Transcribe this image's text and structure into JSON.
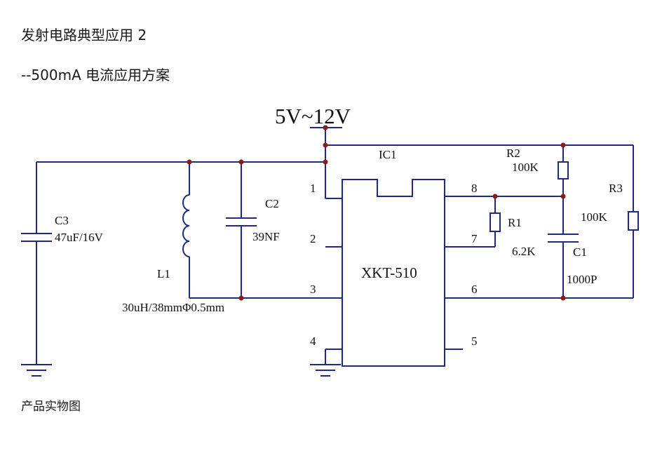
{
  "header": {
    "title": "发射电路典型应用 2",
    "subtitle": "--500mA 电流应用方案"
  },
  "footer": {
    "caption": "产品实物图"
  },
  "schematic": {
    "supply_label": "5V~12V",
    "ic": {
      "ref": "IC1",
      "part": "XKT-510",
      "pins": [
        "1",
        "2",
        "3",
        "4",
        "5",
        "6",
        "7",
        "8"
      ]
    },
    "components": {
      "c3": {
        "ref": "C3",
        "value": "47uF/16V"
      },
      "l1": {
        "ref": "L1",
        "value": "30uH/38mmΦ0.5mm"
      },
      "c2": {
        "ref": "C2",
        "value": "39NF"
      },
      "r1": {
        "ref": "R1",
        "value": "6.2K"
      },
      "r2": {
        "ref": "R2",
        "value": "100K"
      },
      "r3": {
        "ref": "R3",
        "value": "100K"
      },
      "c1": {
        "ref": "C1",
        "value": "1000P"
      }
    },
    "colors": {
      "wire": "#1f2a85",
      "junction": "#8b1a1a"
    }
  }
}
